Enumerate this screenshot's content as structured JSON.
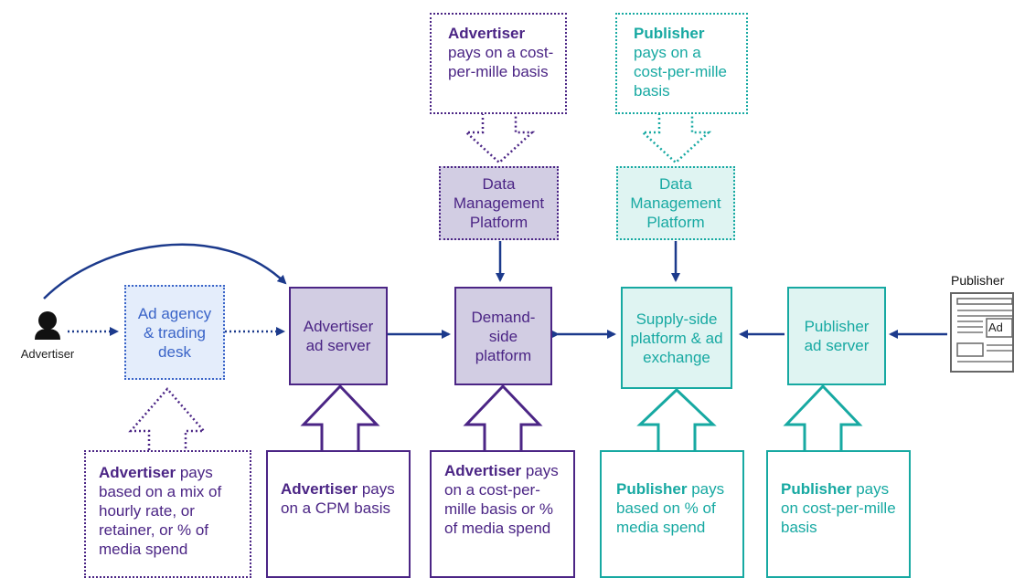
{
  "actors": {
    "advertiser_label": "Advertiser",
    "publisher_label": "Publisher",
    "ad_badge": "Ad"
  },
  "nodes": {
    "ad_agency": "Ad agency & trading desk",
    "advertiser_ad_server": "Advertiser ad server",
    "dsp": "Demand-side platform",
    "ssp": "Supply-side platform & ad exchange",
    "publisher_ad_server": "Publisher ad server",
    "dmp_advertiser": "Data Management Platform",
    "dmp_publisher": "Data Management Platform"
  },
  "notes": {
    "dmp_adv": {
      "who": "Advertiser",
      "text": "pays on a cost-per-mille basis"
    },
    "dmp_pub": {
      "who": "Publisher",
      "text": "pays on a cost-per-mille basis"
    },
    "agency": {
      "who": "Advertiser",
      "text": "pays based on a mix of hourly rate, or retainer, or % of media spend"
    },
    "adv_server": {
      "who": "Advertiser",
      "text": "pays on a CPM basis"
    },
    "dsp": {
      "who": "Advertiser",
      "text": "pays on a cost-per-mille basis or % of media spend"
    },
    "ssp": {
      "who": "Publisher",
      "text": "pays based on % of media spend"
    },
    "pub_server": {
      "who": "Publisher",
      "text": "pays on cost-per-mille basis"
    }
  },
  "colors": {
    "advertiser_purple": "#4b2585",
    "purple_fill": "#d2cde3",
    "publisher_teal": "#17a9a2",
    "teal_fill": "#dff4f2",
    "agency_blue": "#3a64c8",
    "agency_fill": "#e4edfb",
    "arrow_navy": "#1c3a8c"
  }
}
